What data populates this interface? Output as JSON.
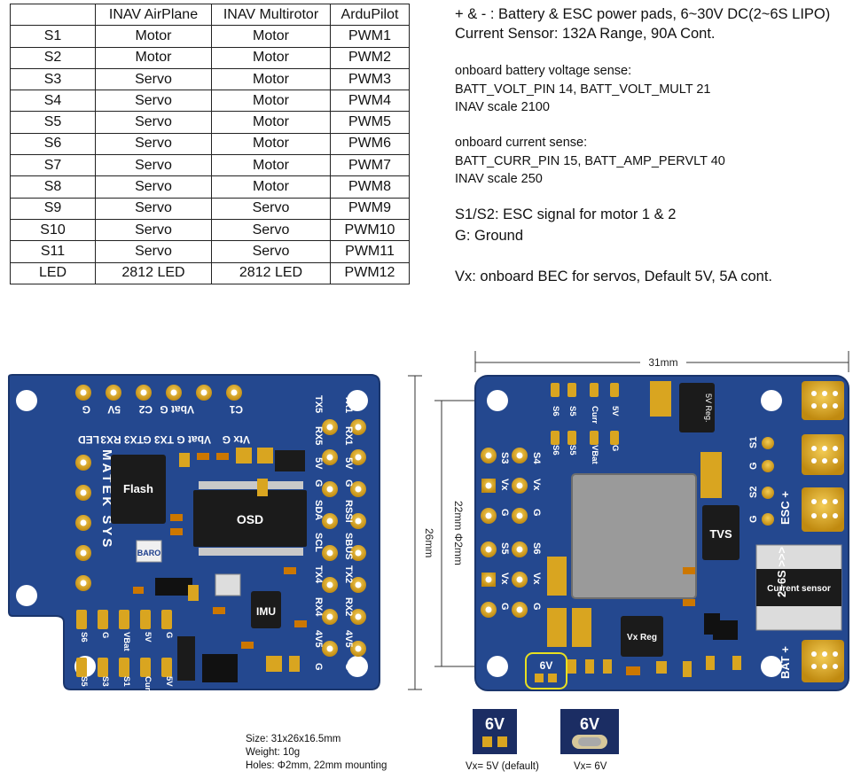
{
  "table": {
    "headers": [
      "",
      "INAV AirPlane",
      "INAV Multirotor",
      "ArduPilot"
    ],
    "rows": [
      [
        "S1",
        "Motor",
        "Motor",
        "PWM1"
      ],
      [
        "S2",
        "Motor",
        "Motor",
        "PWM2"
      ],
      [
        "S3",
        "Servo",
        "Motor",
        "PWM3"
      ],
      [
        "S4",
        "Servo",
        "Motor",
        "PWM4"
      ],
      [
        "S5",
        "Servo",
        "Motor",
        "PWM5"
      ],
      [
        "S6",
        "Servo",
        "Motor",
        "PWM6"
      ],
      [
        "S7",
        "Servo",
        "Motor",
        "PWM7"
      ],
      [
        "S8",
        "Servo",
        "Motor",
        "PWM8"
      ],
      [
        "S9",
        "Servo",
        "Servo",
        "PWM9"
      ],
      [
        "S10",
        "Servo",
        "Servo",
        "PWM10"
      ],
      [
        "S11",
        "Servo",
        "Servo",
        "PWM11"
      ],
      [
        "LED",
        "2812 LED",
        "2812 LED",
        "PWM12"
      ]
    ]
  },
  "notes": {
    "power_pads": "+ & - : Battery & ESC power pads,  6~30V DC(2~6S LIPO)",
    "current_sensor": "Current Sensor: 132A Range, 90A Cont.",
    "volt_title": "onboard battery voltage sense:",
    "volt_pin": "BATT_VOLT_PIN  14,  BATT_VOLT_MULT  21",
    "volt_inav": "INAV scale 2100",
    "curr_title": "onboard current sense:",
    "curr_pin": "BATT_CURR_PIN 15,  BATT_AMP_PERVLT  40",
    "curr_inav": "INAV scale 250",
    "esc_signal": "S1/S2: ESC signal for motor 1 & 2",
    "ground": "G: Ground",
    "vx": "Vx: onboard BEC for servos, Default 5V, 5A cont."
  },
  "specs": {
    "size": "Size: 31x26x16.5mm",
    "weight": "Weight: 10g",
    "holes": "Holes: Φ2mm, 22mm mounting"
  },
  "dimensions": {
    "width": "31mm",
    "height": "26mm",
    "mounting": "22mm Φ2mm"
  },
  "jumpers": {
    "label": "6V",
    "default_caption": "Vx= 5V (default)",
    "alt_caption": "Vx= 6V"
  },
  "left_board": {
    "top_row_labels": [
      "G",
      "5V",
      "C2",
      "Vbat G",
      "C1"
    ],
    "second_row_labels": [
      "LED",
      "TX3 RX3",
      "TX3 G",
      "Vbat G",
      "Vtx G"
    ],
    "right_col_labels": [
      "TX5",
      "TX1",
      "RX5",
      "RX1",
      "5V",
      "5V",
      "G",
      "G",
      "SDA",
      "RSSI",
      "SCL",
      "SBUS",
      "TX4",
      "TX2",
      "RX4",
      "RX2",
      "4V5",
      "4V5",
      "G",
      "G"
    ],
    "chips": {
      "flash": "Flash",
      "osd": "OSD",
      "imu": "IMU",
      "baro": "BARO"
    },
    "brand": "MATEK SYS",
    "bottom_labels": [
      "S6",
      "S5",
      "S3",
      "S1",
      "VBat",
      "Curr",
      "5V",
      "G",
      "5V",
      "G"
    ]
  },
  "right_board": {
    "chips": {
      "vxreg": "Vx Reg",
      "tvs": "TVS",
      "reg5v": "5V Reg.",
      "current_sensor": "Current sensor"
    },
    "pad_labels": [
      "S3",
      "S4",
      "Vx",
      "Vx",
      "G",
      "G",
      "S5",
      "S6",
      "Vx",
      "Vx",
      "G",
      "G"
    ],
    "top_labels": [
      "S6",
      "S5",
      "Curr",
      "5V",
      "S6",
      "S5",
      "VBat",
      "G"
    ],
    "side_labels": [
      "S1",
      "G",
      "S2",
      "G"
    ],
    "power_labels": {
      "esc": "ESC +",
      "bat": "BAT +",
      "range": "2~6S >>>"
    },
    "jumper": "6V"
  },
  "colors": {
    "pcb": "#24488f",
    "pad": "#d9a520",
    "chip": "#202020",
    "silk": "#ffffff"
  }
}
